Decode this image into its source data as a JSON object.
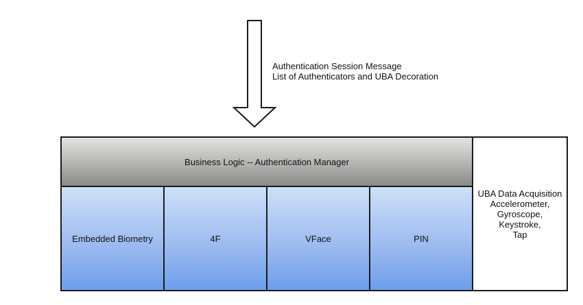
{
  "annotation": {
    "line1": "Authentication Session Message",
    "line2": "List of Authenticators and UBA Decoration"
  },
  "manager": {
    "label": "Business Logic -- Authentication Manager"
  },
  "authenticators": [
    {
      "label": "Embedded Biometry"
    },
    {
      "label": "4F"
    },
    {
      "label": "VFace"
    },
    {
      "label": "PIN"
    }
  ],
  "uba_box": {
    "lines": [
      "UBA Data Acquisition",
      "Accelerometer,",
      "Gyroscope, Keystroke,",
      "Tap"
    ]
  },
  "colors": {
    "background": "#ffffff",
    "border": "#1a1a1a",
    "gray_gradient_top": "#e4e4e2",
    "gray_gradient_bottom": "#8a8a8a",
    "blue_gradient_top": "#cfe0f8",
    "blue_gradient_bottom": "#6d9eeb",
    "text": "#111111"
  }
}
